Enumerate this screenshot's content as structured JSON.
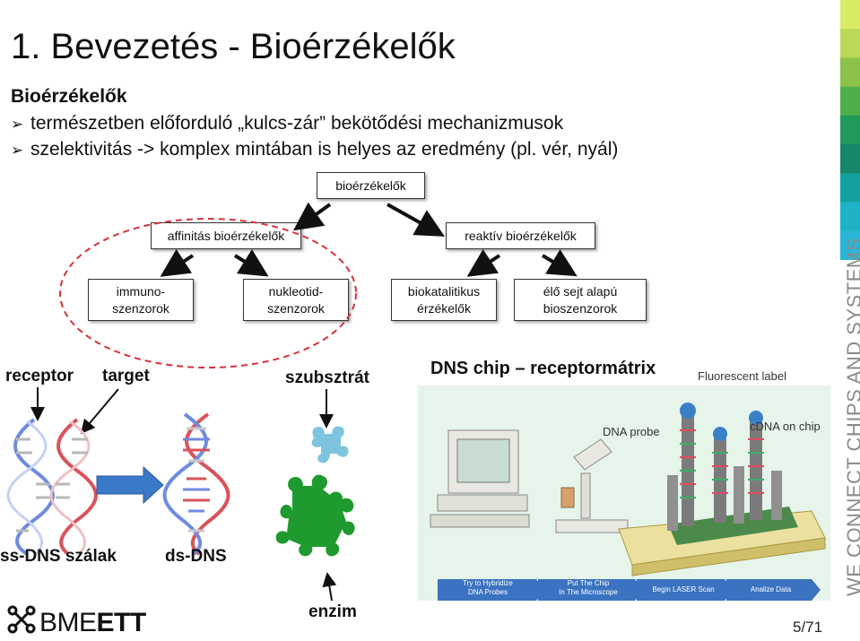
{
  "slide": {
    "title": "1. Bevezetés - Bioérzékelők",
    "subtitle": "Bioérzékelők",
    "bullets": [
      "természetben előforduló „kulcs-zár” bekötődési mechanizmusok",
      "szelektivitás -> komplex mintában is helyes az eredmény (pl. vér, nyál)"
    ]
  },
  "tree": {
    "root": "bioérzékelők",
    "affinity": "affinitás bioérzékelők",
    "reactive": "reaktív bioérzékelők",
    "immuno_l1": "immuno-",
    "immuno_l2": "szenzorok",
    "nucleotide_l1": "nukleotid-",
    "nucleotide_l2": "szenzorok",
    "biocat_l1": "biokatalitikus",
    "biocat_l2": "érzékelők",
    "living_l1": "élő sejt alapú",
    "living_l2": "bioszenzorok"
  },
  "illustration": {
    "receptor": "receptor",
    "target": "target",
    "ss_dna": "ss-DNS szálak",
    "ds_dna": "ds-DNS",
    "substrate": "szubsztrát",
    "enzyme": "enzim",
    "chip_title": "DNS chip – receptormátrix",
    "fluorescent": "Fluorescent label",
    "dna_probe": "DNA probe",
    "cdna": "cDNA on chip",
    "steps": [
      "Try to Hybridize\nDNA Probes",
      "Put The Chip\nIn The Microscope",
      "Begin LASER Scan",
      "Analize Data"
    ]
  },
  "branding": {
    "side_text": "WE CONNECT CHIPS AND SYSTEMS",
    "logo_thin": "BME",
    "logo_bold": "ETT",
    "page": "5/71",
    "stripe_colors": [
      "#d9ea66",
      "#b9d957",
      "#8cc24a",
      "#4fae4c",
      "#1f9a5a",
      "#17866a",
      "#13a2a0",
      "#1fb2c4",
      "#2bb6d6"
    ]
  }
}
